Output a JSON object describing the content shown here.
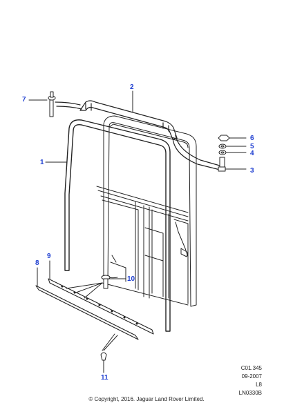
{
  "callouts": {
    "c1": "1",
    "c2": "2",
    "c3": "3",
    "c4": "4",
    "c5": "5",
    "c6": "6",
    "c7": "7",
    "c8": "8",
    "c9": "9",
    "c10": "10",
    "c11": "11"
  },
  "meta": {
    "ref": "C01.345",
    "date": "09-2007",
    "code": "L8",
    "illustration": "LN0330B"
  },
  "copyright": "© Copyright, 2016. Jaguar Land Rover Limited.",
  "colors": {
    "callout": "#1f3fd1",
    "line": "#222222"
  }
}
